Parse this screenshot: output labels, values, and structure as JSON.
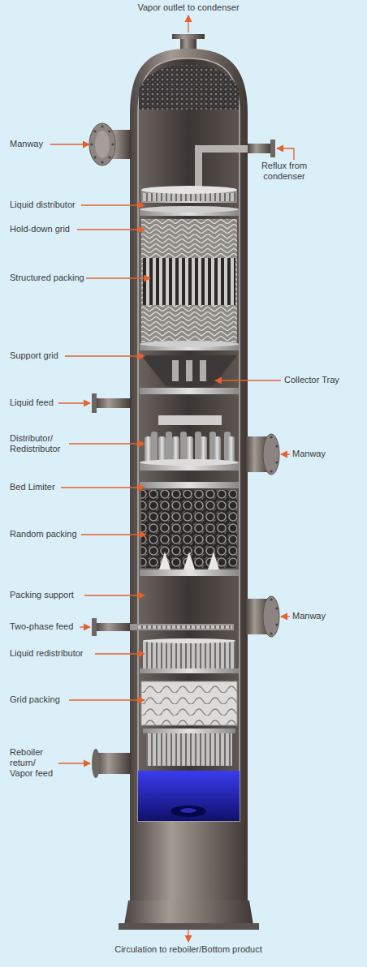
{
  "diagram": {
    "labels": [
      "Vapor outlet to condenser",
      "Manway",
      "Reflux from condenser",
      "Liquid distributor",
      "Hold-down grid",
      "Structured packing",
      "Support grid",
      "Liquid feed",
      "Collector Tray",
      "Distributor/ Redistributor",
      "Manway",
      "Bed Limiter",
      "Random packing",
      "Packing support",
      "Manway",
      "Two-phase feed",
      "Liquid redistributor",
      "Grid packing",
      "Reboiler return/ Vapor feed",
      "Circulation to reboiler/Bottom product"
    ]
  }
}
